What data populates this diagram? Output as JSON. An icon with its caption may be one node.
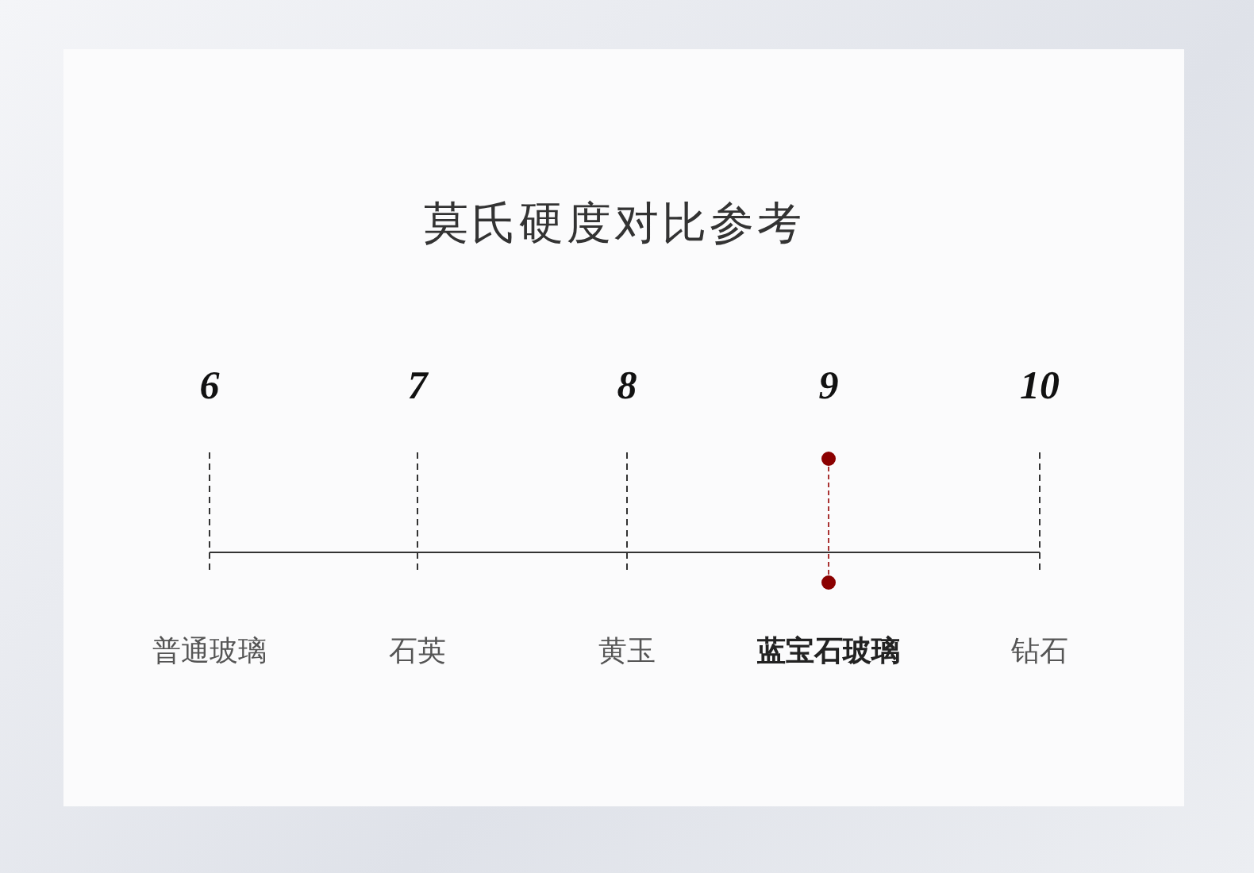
{
  "diagram": {
    "title": "莫氏硬度对比参考",
    "labels": [
      "6",
      "7",
      "8",
      "9",
      "10",
      "普通玻璃",
      "石英",
      "黄玉",
      "蓝宝石玻璃",
      "钻石"
    ]
  }
}
